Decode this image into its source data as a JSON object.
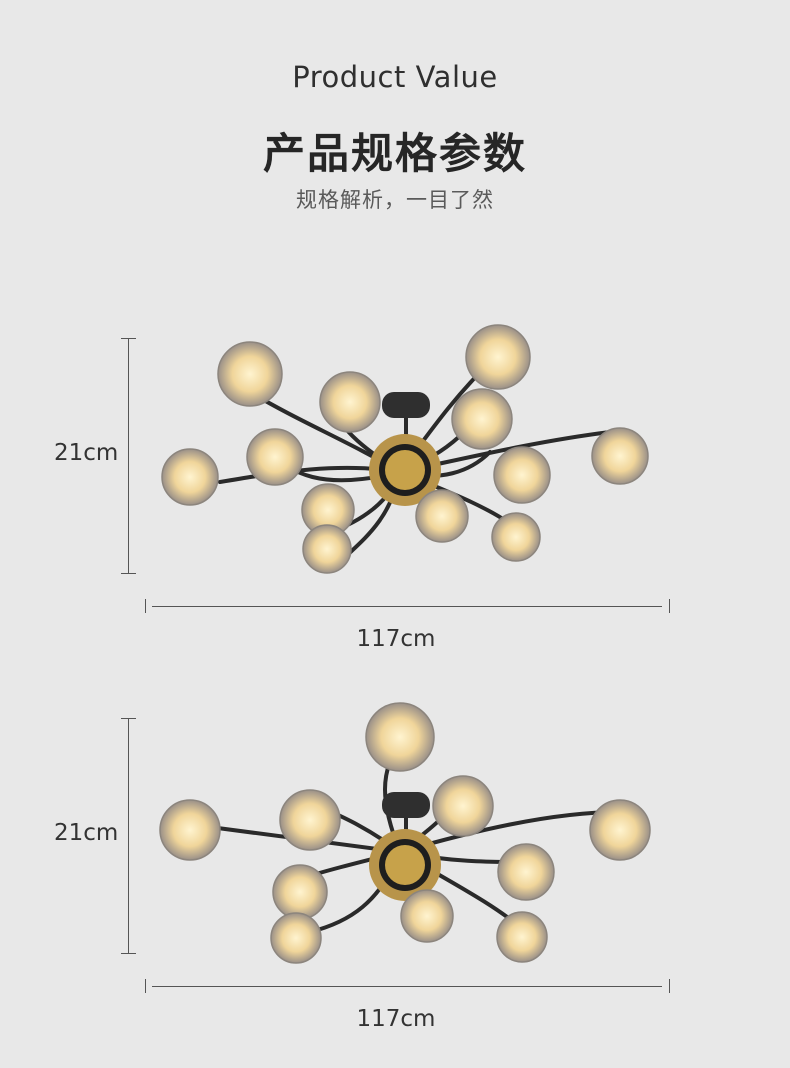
{
  "header": {
    "title_en": "Product Value",
    "title_cn": "产品规格参数",
    "subtitle_cn": "规格解析，一目了然"
  },
  "products": [
    {
      "height_label": "21cm",
      "width_label": "117cm"
    },
    {
      "height_label": "21cm",
      "width_label": "117cm"
    }
  ],
  "colors": {
    "background": "#e8e8e8",
    "metal_arm": "#2a2a2a",
    "brass": "#c7a24a",
    "glass_glow": "#f7e3b0"
  },
  "icons": [
    "chandelier-illustration"
  ]
}
